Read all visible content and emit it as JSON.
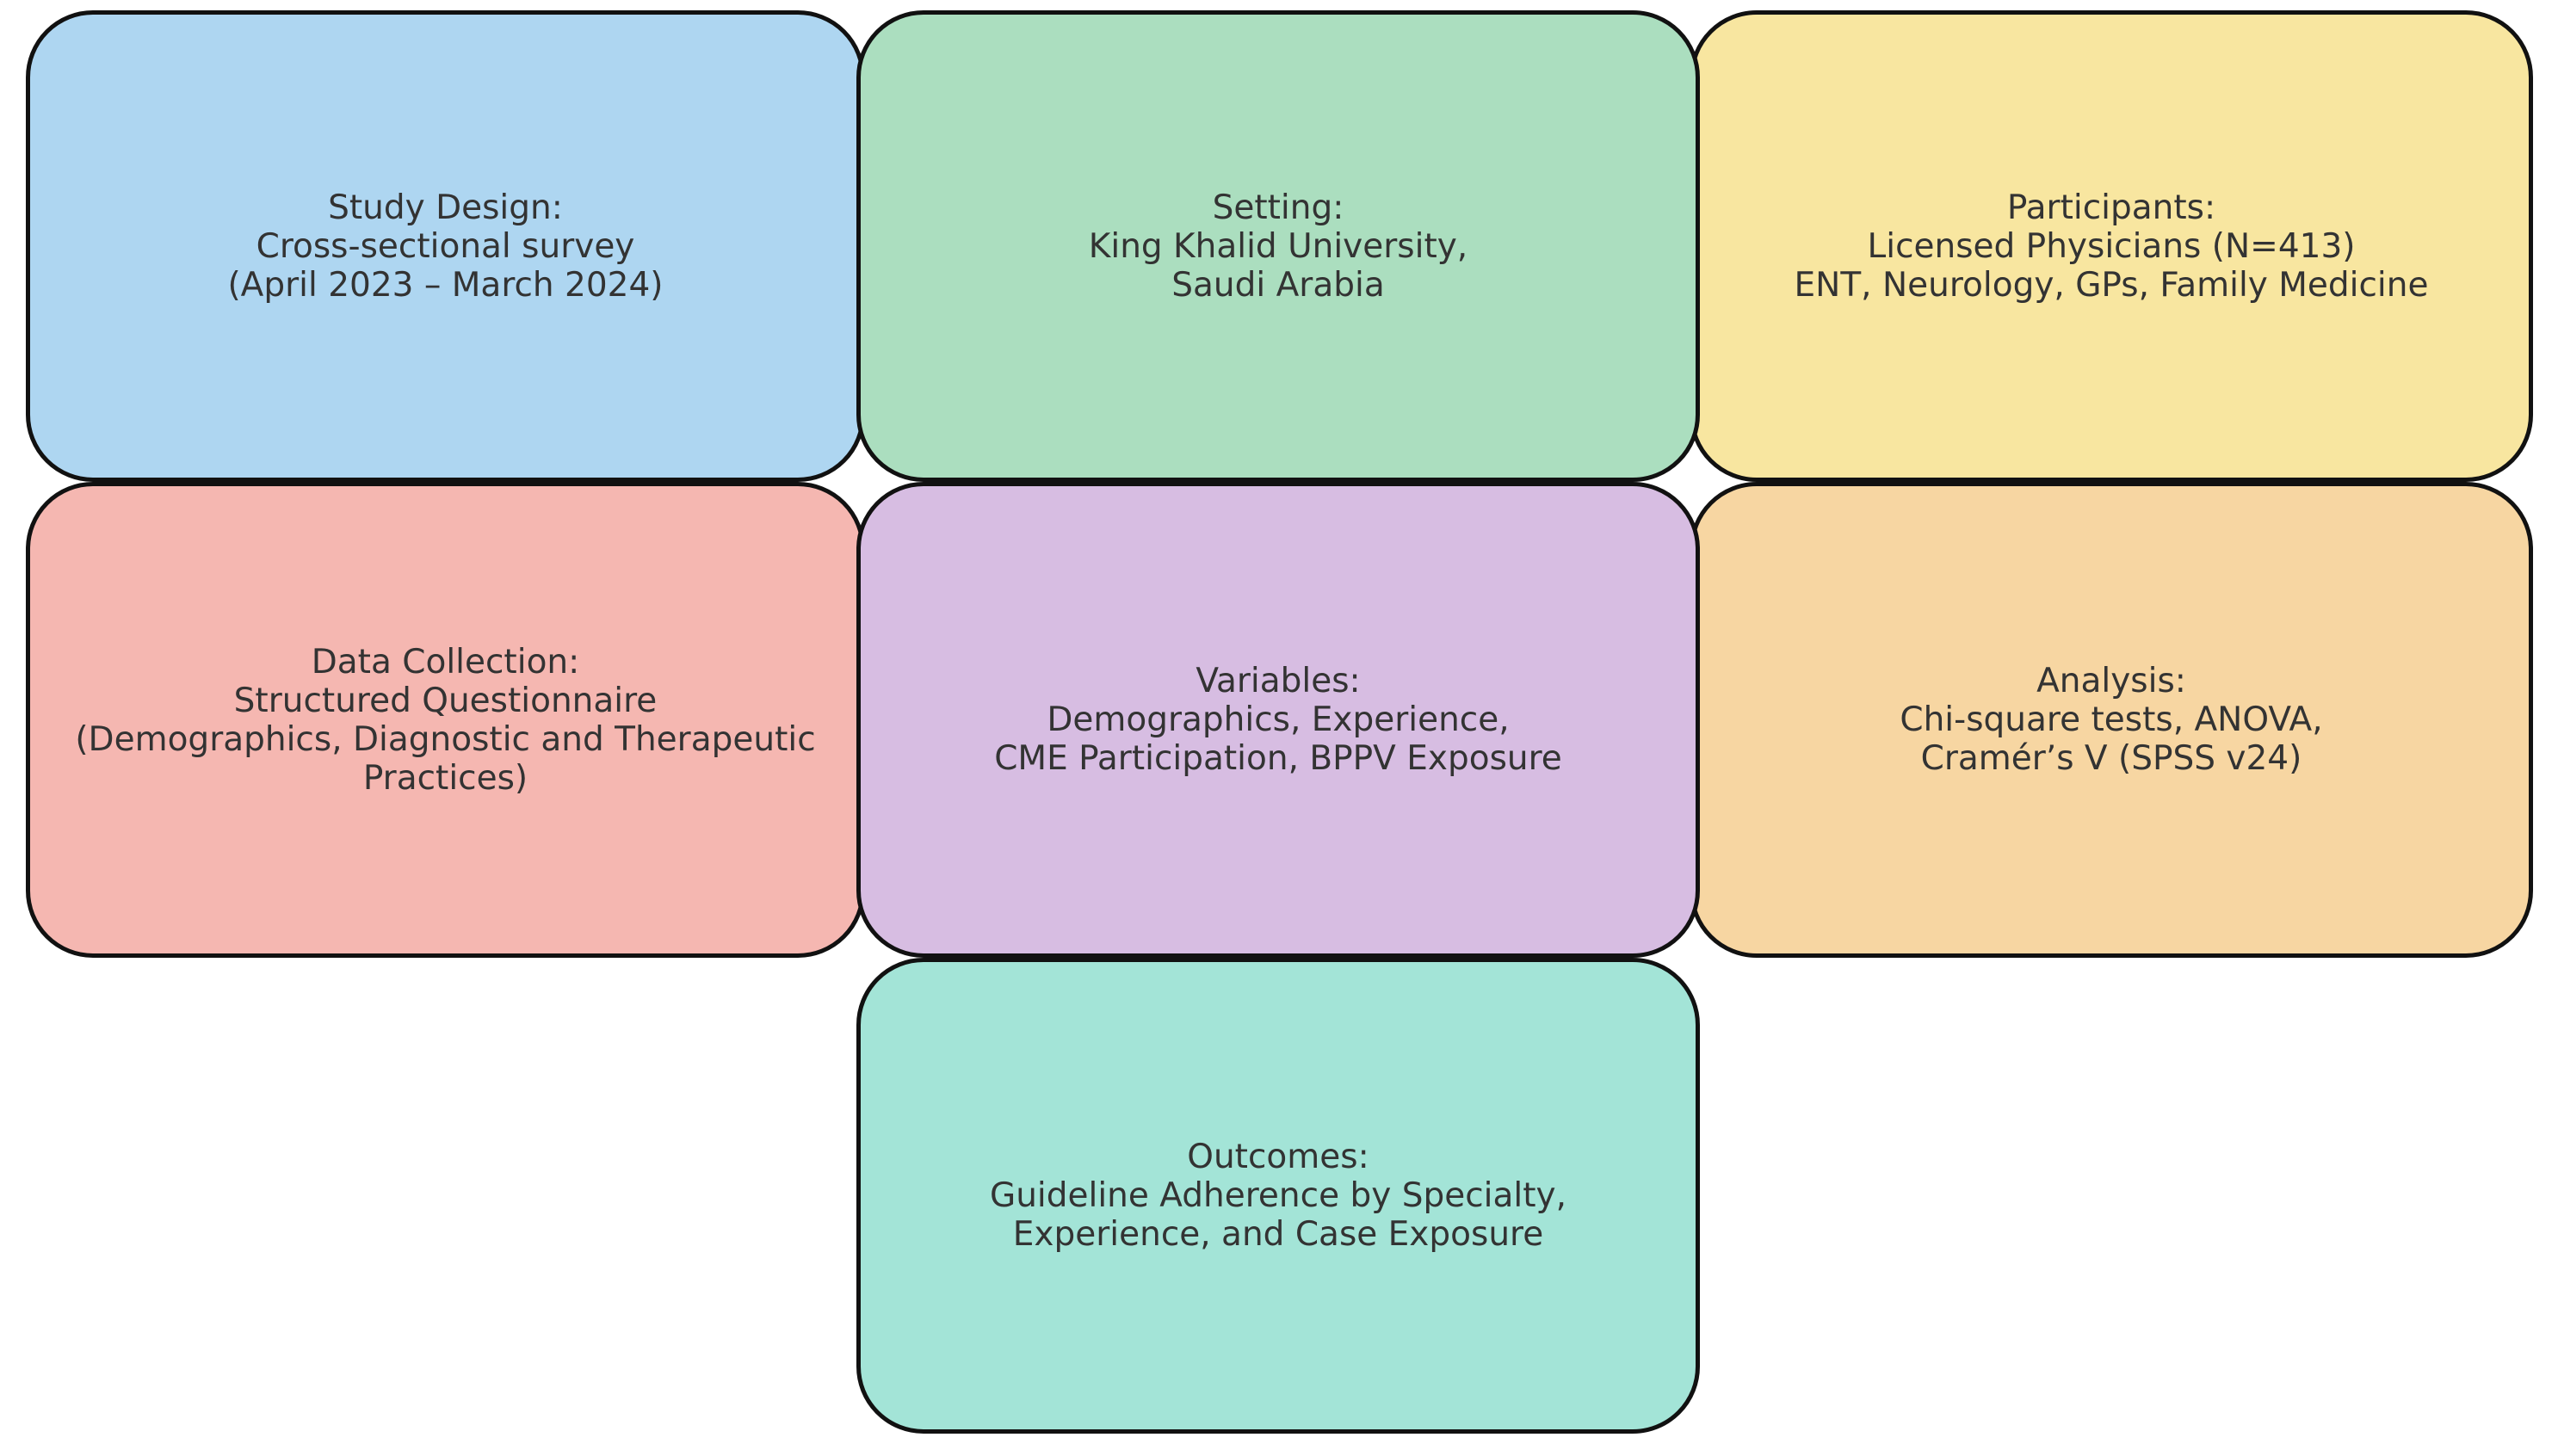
{
  "boxes": {
    "study_design": {
      "lines": [
        "Study Design:",
        "Cross-sectional survey",
        "(April 2023 – March 2024)"
      ],
      "color": "#aed6f1"
    },
    "setting": {
      "lines": [
        "Setting:",
        "King Khalid University,",
        "Saudi Arabia"
      ],
      "color": "#abdebf"
    },
    "participants": {
      "lines": [
        "Participants:",
        "Licensed Physicians (N=413)",
        "ENT, Neurology, GPs, Family Medicine"
      ],
      "color": "#f8e6a0"
    },
    "data_collection": {
      "lines": [
        "Data Collection:",
        "Structured Questionnaire",
        "(Demographics, Diagnostic and Therapeutic",
        "Practices)"
      ],
      "color": "#f5b7b1"
    },
    "variables": {
      "lines": [
        "Variables:",
        "Demographics, Experience,",
        "CME Participation, BPPV Exposure"
      ],
      "color": "#d7bde2"
    },
    "analysis": {
      "lines": [
        "Analysis:",
        "Chi-square tests, ANOVA,",
        "Cramér’s V (SPSS v24)"
      ],
      "color": "#f7d6a2"
    },
    "outcomes": {
      "lines": [
        "Outcomes:",
        "Guideline Adherence by Specialty,",
        "Experience, and Case Exposure"
      ],
      "color": "#a3e4d7"
    }
  }
}
